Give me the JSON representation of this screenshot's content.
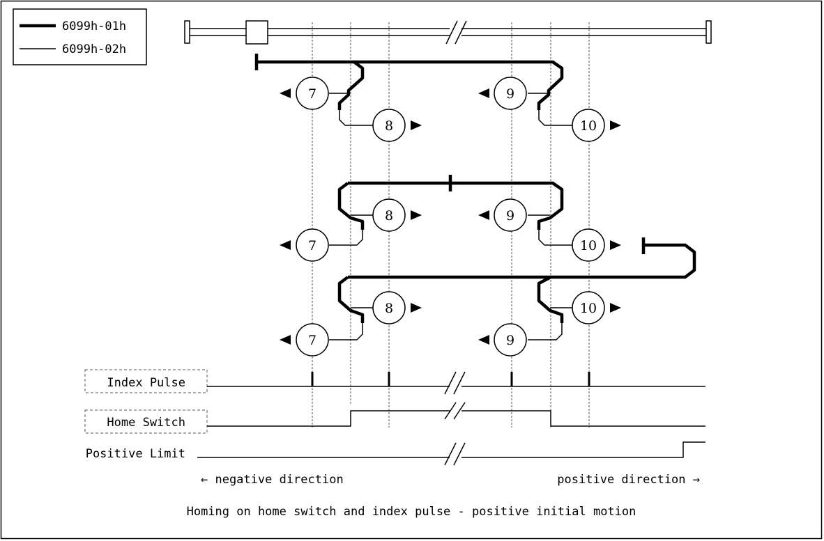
{
  "legend": {
    "items": [
      {
        "label": "6099h-01h",
        "style": "thick"
      },
      {
        "label": "6099h-02h",
        "style": "thin"
      }
    ]
  },
  "markers": {
    "row1": [
      "7",
      "8",
      "9",
      "10"
    ],
    "row2": [
      "8",
      "9",
      "7",
      "10"
    ],
    "row3": [
      "8",
      "10",
      "7",
      "9"
    ]
  },
  "signals": {
    "index_pulse": "Index Pulse",
    "home_switch": "Home Switch",
    "positive_limit": "Positive Limit"
  },
  "directions": {
    "negative": "← negative direction",
    "positive": "positive direction →"
  },
  "caption": "Homing on home switch and index pulse - positive initial motion",
  "colors": {
    "ink": "#000000",
    "dash": "#555555",
    "background": "#ffffff"
  }
}
